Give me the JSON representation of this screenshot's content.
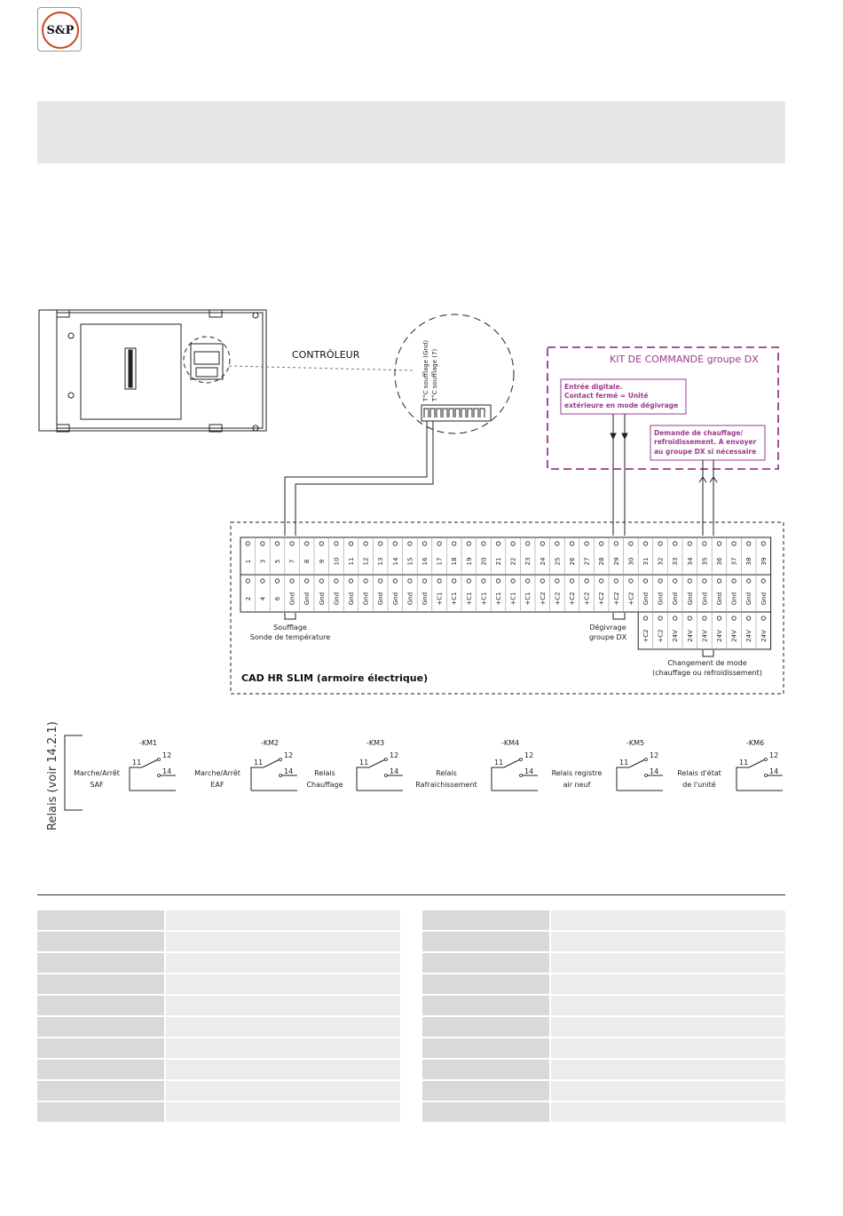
{
  "brand": {
    "logo_text": "S&P"
  },
  "diagram": {
    "controller_label": "CONTRÔLEUR",
    "probe_lines": [
      "T°C soufflage (Gnd)",
      "T°C soufflage (7)"
    ],
    "kit": {
      "title": "KIT DE COMMANDE groupe DX",
      "box1": [
        "Entrée digitale.",
        "Contact fermé = Unité",
        "extérieure en mode dégivrage"
      ],
      "box2": [
        "Demande de chauffage/",
        "refroidissement. A envoyer",
        "au groupe DX si nécessaire"
      ]
    },
    "terminal_row1": [
      "1",
      "3",
      "5",
      "7",
      "8",
      "9",
      "10",
      "11",
      "12",
      "13",
      "14",
      "15",
      "16",
      "17",
      "18",
      "19",
      "20",
      "21",
      "22",
      "23",
      "24",
      "25",
      "26",
      "27",
      "28",
      "29",
      "30",
      "31",
      "32",
      "33",
      "34",
      "35",
      "36",
      "37",
      "38",
      "39"
    ],
    "terminal_row2": [
      "2",
      "4",
      "6",
      "Gnd",
      "Gnd",
      "Gnd",
      "Gnd",
      "Gnd",
      "Gnd",
      "Gnd",
      "Gnd",
      "Gnd",
      "Gnd",
      "+C1",
      "+C1",
      "+C1",
      "+C1",
      "+C1",
      "+C1",
      "+C1",
      "+C2",
      "+C2",
      "+C2",
      "+C2",
      "+C2",
      "+C2",
      "+C2",
      "Gnd",
      "Gnd",
      "Gnd",
      "Gnd",
      "Gnd",
      "Gnd",
      "Gnd",
      "Gnd",
      "Gnd"
    ],
    "terminal_row3": [
      "+C2",
      "+C2",
      "24V",
      "24V",
      "24V",
      "24V",
      "24V",
      "24V",
      "24V"
    ],
    "label_soufflage": [
      "Soufflage",
      "Sonde de température"
    ],
    "label_degivrage": [
      "Dégivrage",
      "groupe DX"
    ],
    "label_changement": [
      "Changement de mode",
      "(chauffage ou refroidissement)"
    ],
    "cabinet_title": "CAD HR SLIM (armoire électrique)",
    "relays_title": "Relais (voir 14.2.1)",
    "relays": [
      {
        "id": "-KM1",
        "label": [
          "Marche/Arrêt",
          "SAF"
        ]
      },
      {
        "id": "-KM2",
        "label": [
          "Marche/Arrêt",
          "EAF"
        ]
      },
      {
        "id": "-KM3",
        "label": [
          "Relais",
          "Chauffage"
        ]
      },
      {
        "id": "-KM4",
        "label": [
          "Relais",
          "Rafraichissement"
        ]
      },
      {
        "id": "-KM5",
        "label": [
          "Relais registre",
          "air neuf"
        ]
      },
      {
        "id": "-KM6",
        "label": [
          "Relais d'état",
          "de l'unité"
        ]
      }
    ],
    "contact_numbers": {
      "common": "11",
      "nc": "12",
      "no": "14"
    }
  },
  "colors": {
    "accent": "#9b3b8c",
    "line": "#222222"
  }
}
